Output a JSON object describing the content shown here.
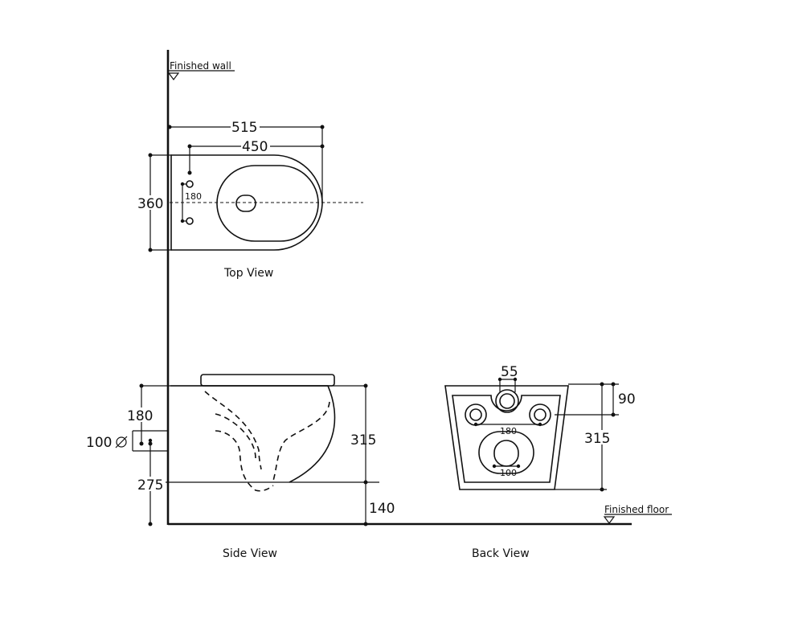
{
  "labels": {
    "finished_wall": "Finished wall",
    "finished_floor": "Finished floor",
    "top_view": "Top View",
    "side_view": "Side View",
    "back_view": "Back View"
  },
  "top_view": {
    "overall_length": "515",
    "bowl_length": "450",
    "width": "360",
    "fixing_spacing": "180"
  },
  "side_view": {
    "fixing_height": "180",
    "outlet_diameter": "100",
    "outlet_height": "275",
    "height": "315",
    "floor_clearance": "140"
  },
  "back_view": {
    "inlet_diameter": "55",
    "inlet_offset": "90",
    "height": "315",
    "fixing_spacing": "180",
    "outlet_diameter": "100"
  }
}
